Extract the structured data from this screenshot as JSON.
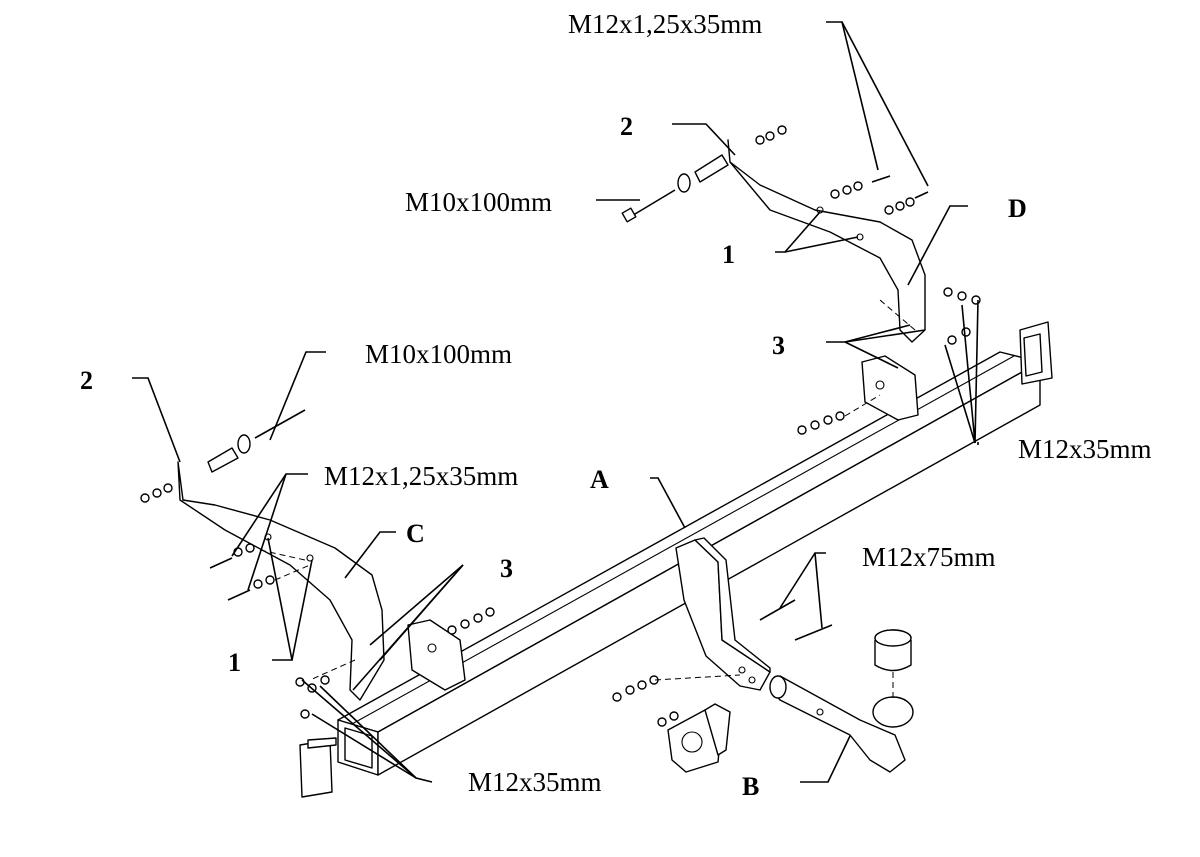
{
  "labels": {
    "bolt_top": "M12x1,25x35mm",
    "bolt_left": "M12x1,25x35mm",
    "m10_top": "M10x100mm",
    "m10_left": "M10x100mm",
    "m12x35_right": "M12x35mm",
    "m12x35_bottom": "M12x35mm",
    "m12x75": "M12x75mm"
  },
  "parts": {
    "A": "A",
    "B": "B",
    "C": "C",
    "D": "D"
  },
  "callouts": {
    "n2_top": "2",
    "n2_left": "2",
    "n1_top": "1",
    "n1_left": "1",
    "n3_right": "3",
    "n3_left": "3"
  }
}
